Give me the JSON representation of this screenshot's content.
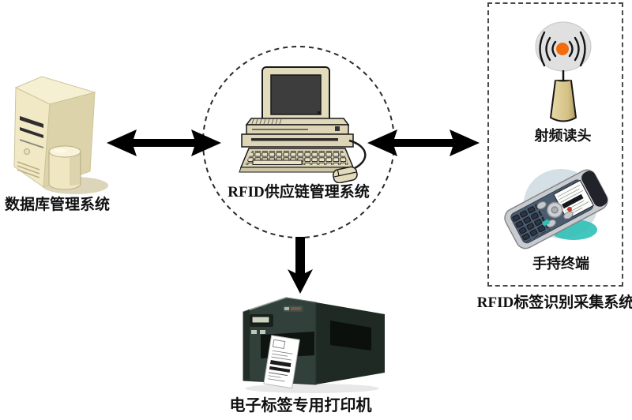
{
  "diagram": {
    "nodes": {
      "database": {
        "label": "数据库管理系统",
        "icon": "server-database-icon"
      },
      "management": {
        "label": "RFID供应链管理系统",
        "icon": "desktop-computer-icon"
      },
      "rf_reader": {
        "label": "射频读头",
        "icon": "antenna-icon"
      },
      "handheld": {
        "label": "手持终端",
        "icon": "handheld-terminal-icon"
      },
      "collection": {
        "label": "RFID标签识别采集系统"
      },
      "printer": {
        "label": "电子标签专用打印机",
        "icon": "label-printer-icon"
      }
    },
    "connections": [
      {
        "from": "database",
        "to": "management",
        "style": "double-headed-horizontal"
      },
      {
        "from": "management",
        "to": "collection",
        "style": "double-headed-horizontal"
      },
      {
        "from": "management",
        "to": "printer",
        "style": "single-headed-down"
      }
    ],
    "colors": {
      "background": "#ffffff",
      "arrow": "#000000",
      "dashed_border": "#4a4a4a",
      "server_beige": "#f1e9c6",
      "computer_beige": "#ddd5b5",
      "screen_dark": "#3d3d3d",
      "antenna_dot_orange": "#f26c0d",
      "cone_tan": "#d8c78e",
      "printer_green": "#31403a",
      "handheld_slate": "#4b5c70",
      "handheld_teal": "#2fbfb4"
    }
  }
}
